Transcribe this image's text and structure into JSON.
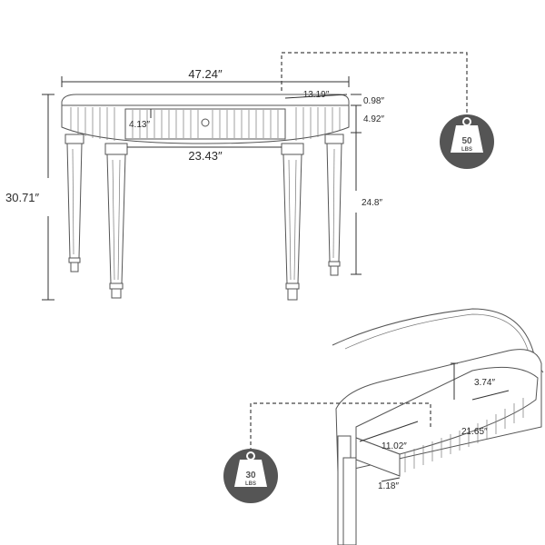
{
  "dimensions": {
    "overall_width": "47.24″",
    "depth": "13.19″",
    "top_thickness": "0.98″",
    "apron_height": "4.92″",
    "drawer_front_height": "4.13″",
    "inner_leg_span": "23.43″",
    "total_height": "30.71″",
    "leg_clearance": "24.8″",
    "drawer_height": "3.74″",
    "drawer_length": "21.65″",
    "drawer_depth": "11.02″",
    "drawer_front_thickness": "1.18″"
  },
  "weight_badges": {
    "top": {
      "value": "50",
      "unit": "LBS",
      "icon": "weight-icon"
    },
    "drawer": {
      "value": "30",
      "unit": "LBS",
      "icon": "weight-icon"
    }
  }
}
